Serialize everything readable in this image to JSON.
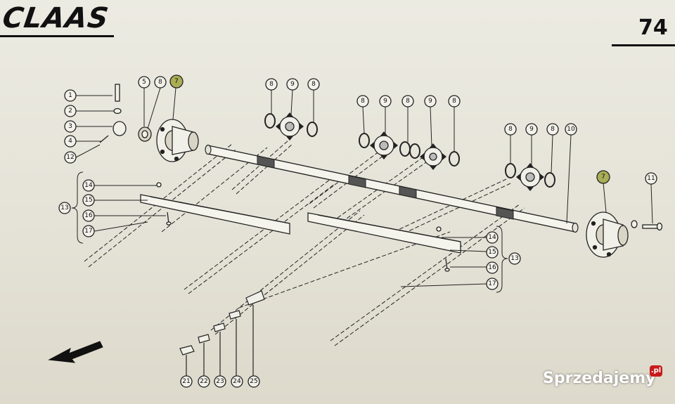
{
  "header": {
    "brand": "CLAAS",
    "page_number": "74"
  },
  "callouts": {
    "p1": "1",
    "p2": "2",
    "p3": "3",
    "p4": "4",
    "p12": "12",
    "p5": "5",
    "p8a": "8",
    "p7a": "7",
    "p8b": "8",
    "p9b": "9",
    "p8c": "8",
    "p8d": "8",
    "p9d": "9",
    "p8e": "8",
    "p9e": "9",
    "p8f": "8",
    "p8g": "8",
    "p9g": "9",
    "p8h": "8",
    "p10": "10",
    "p7b": "7",
    "p11": "11",
    "p14a": "14",
    "p15a": "15",
    "p16a": "16",
    "p17a": "17",
    "p13a": "13",
    "p14b": "14",
    "p15b": "15",
    "p16b": "16",
    "p17b": "17",
    "p13b": "13",
    "p21": "21",
    "p22": "22",
    "p23": "23",
    "p24": "24",
    "p25": "25"
  },
  "watermark": {
    "text": "Sprzedajemy",
    "badge": ".pl"
  },
  "colors": {
    "paper": "#e6e3d8",
    "highlight_callout": "#a9ad55",
    "ink": "#111111",
    "watermark_badge": "#c81a1a"
  }
}
